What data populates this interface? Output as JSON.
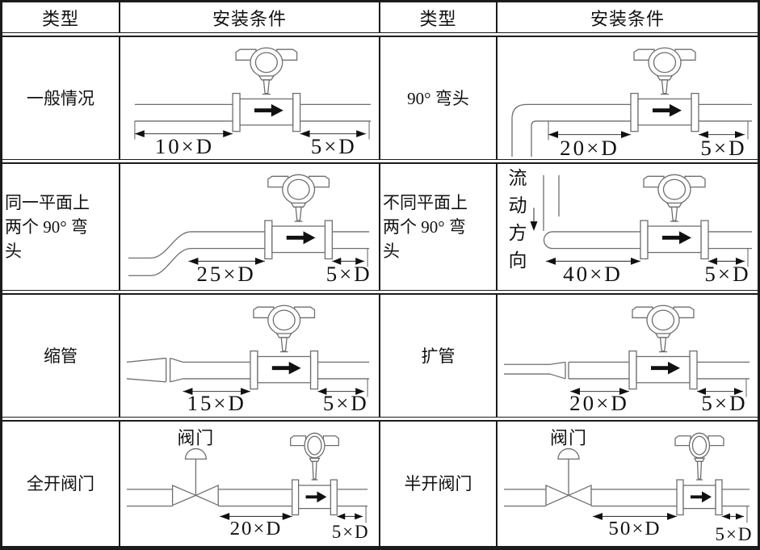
{
  "header": {
    "type": "类型",
    "condition": "安装条件"
  },
  "rows": [
    {
      "left": {
        "type_lines": [
          "一般情况"
        ],
        "upstream": "10×D",
        "downstream": "5×D"
      },
      "right": {
        "type_lines": [
          "90° 弯头"
        ],
        "upstream": "20×D",
        "downstream": "5×D"
      }
    },
    {
      "left": {
        "type_lines": [
          "同一平面上",
          "两个 90° 弯",
          "头"
        ],
        "upstream": "25×D",
        "downstream": "5×D"
      },
      "right": {
        "type_lines": [
          "不同平面上",
          "两个 90° 弯",
          "头"
        ],
        "flow_label": "流动方向",
        "upstream": "40×D",
        "downstream": "5×D"
      }
    },
    {
      "left": {
        "type_lines": [
          "缩管"
        ],
        "upstream": "15×D",
        "downstream": "5×D"
      },
      "right": {
        "type_lines": [
          "扩管"
        ],
        "upstream": "20×D",
        "downstream": "5×D"
      }
    },
    {
      "left": {
        "type_lines": [
          "全开阀门"
        ],
        "valve_label": "阀门",
        "upstream": "20×D",
        "downstream": "5×D"
      },
      "right": {
        "type_lines": [
          "半开阀门"
        ],
        "valve_label": "阀门",
        "upstream": "50×D",
        "downstream": "5×D"
      }
    }
  ]
}
